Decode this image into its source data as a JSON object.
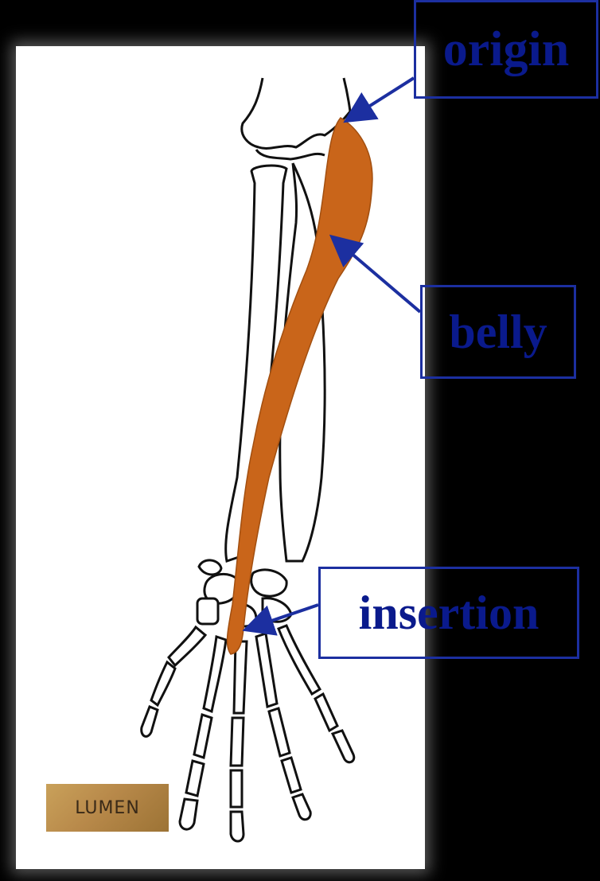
{
  "labels": {
    "origin": "origin",
    "belly": "belly",
    "insertion": "insertion"
  },
  "logo_text": "LUMEN",
  "colors": {
    "background": "#000000",
    "panel": "#ffffff",
    "muscle": "#c9651a",
    "label_text": "#0a1a8c",
    "label_border": "#1c2fa0",
    "arrow": "#1c2fa0"
  }
}
